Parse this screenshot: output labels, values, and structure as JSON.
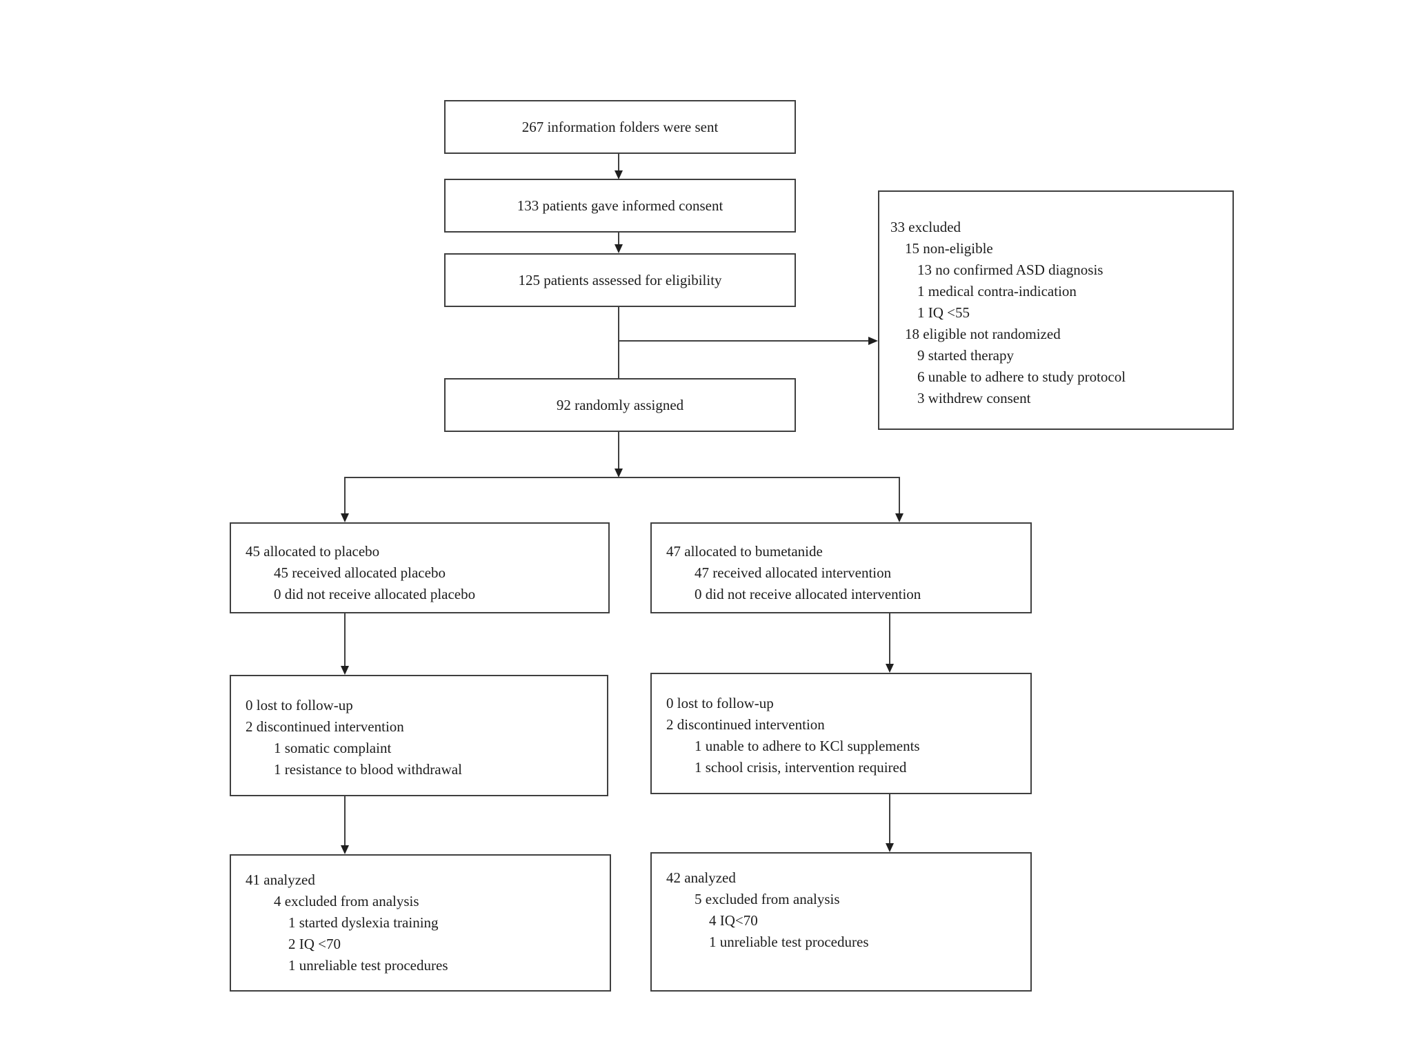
{
  "colors": {
    "background": "#ffffff",
    "box_border": "#3f3f3f",
    "connector": "#3f3f3f",
    "text": "#1c1c1c"
  },
  "boxes": {
    "sent": {
      "line": "267 information folders were sent"
    },
    "consent": {
      "line": "133 patients gave informed consent"
    },
    "eligibility": {
      "line": "125 patients assessed for eligibility"
    },
    "excluded": {
      "lines": [
        "33 excluded",
        "15 non-eligible",
        "13 no confirmed ASD diagnosis",
        "1 medical contra-indication",
        "1 IQ <55",
        "18 eligible not randomized",
        "9 started therapy",
        "6 unable to adhere to study protocol",
        "3 withdrew consent"
      ]
    },
    "randomized": {
      "line": "92 randomly assigned"
    },
    "alloc_placebo": {
      "lines": [
        "45 allocated to placebo",
        "45 received allocated placebo",
        "0 did not receive allocated placebo"
      ]
    },
    "alloc_bumetanide": {
      "lines": [
        "47 allocated to bumetanide",
        "47 received allocated intervention",
        "0 did not receive allocated intervention"
      ]
    },
    "followup_placebo": {
      "lines": [
        "0 lost to follow-up",
        "2 discontinued intervention",
        "1 somatic complaint",
        "1 resistance to blood withdrawal"
      ]
    },
    "followup_bumetanide": {
      "lines": [
        "0 lost to follow-up",
        "2 discontinued intervention",
        "1 unable to adhere to KCl supplements",
        "1 school crisis, intervention required"
      ]
    },
    "analyzed_placebo": {
      "lines": [
        "41 analyzed",
        "4 excluded from analysis",
        "1 started dyslexia training",
        "2 IQ <70",
        "1 unreliable test procedures"
      ]
    },
    "analyzed_bumetanide": {
      "lines": [
        "42 analyzed",
        "5 excluded from analysis",
        "4 IQ<70",
        "1 unreliable test procedures"
      ]
    }
  }
}
